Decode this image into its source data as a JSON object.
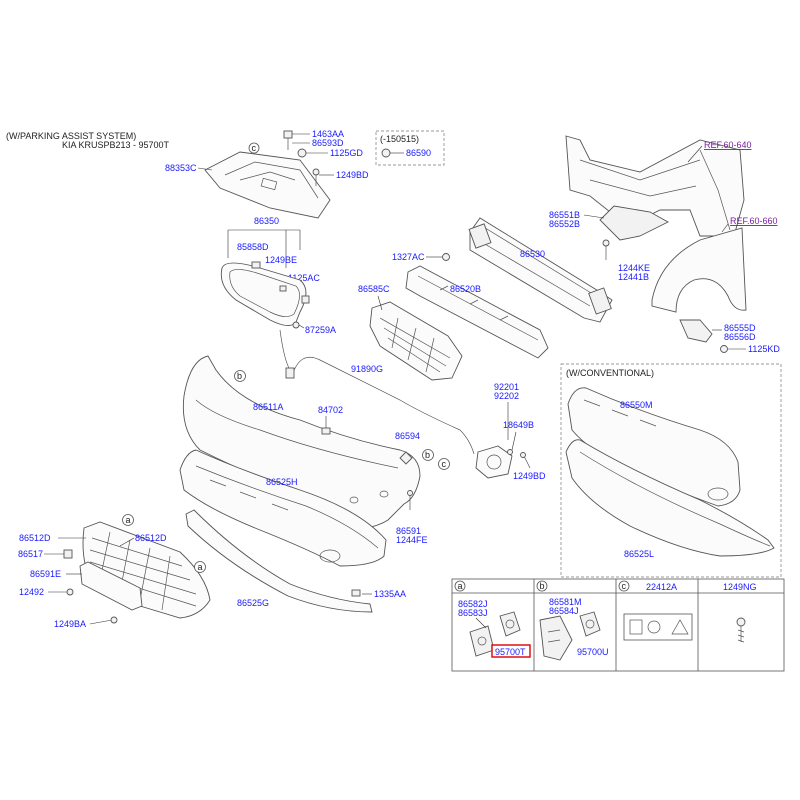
{
  "header": {
    "title": "(W/PARKING ASSIST SYSTEM)",
    "subtitle": "KIA KRUSPB213 - 95700T"
  },
  "callouts": {
    "c_150515": "(-150515)",
    "conventional": "(W/CONVENTIONAL)"
  },
  "refs": {
    "ref_640": "REF.60-640",
    "ref_660": "REF.60-660"
  },
  "labels": {
    "p1463AA": "1463AA",
    "p86593D": "86593D",
    "p1125GD": "1125GD",
    "p86590": "86590",
    "p88353C": "88353C",
    "p1249BD_top": "1249BD",
    "p86350": "86350",
    "p85858D": "85858D",
    "p1249BE": "1249BE",
    "p1125AC": "1125AC",
    "p87259A": "87259A",
    "p1327AC": "1327AC",
    "p86530": "86530",
    "p86551B": "86551B",
    "p86552B": "86552B",
    "p1244KE": "1244KE",
    "p12441B": "12441B",
    "p86585C": "86585C",
    "p86520B": "86520B",
    "p86555D": "86555D",
    "p86556D": "86556D",
    "p1125KD": "1125KD",
    "p91890G": "91890G",
    "p92201": "92201",
    "p92202": "92202",
    "p86511A": "86511A",
    "p84702": "84702",
    "p18649B": "18649B",
    "p86594": "86594",
    "p1249BD_mid": "1249BD",
    "p86525H": "86525H",
    "p86591": "86591",
    "p1244FE": "1244FE",
    "p86550M": "86550M",
    "p86525L": "86525L",
    "p86512D_l": "86512D",
    "p86512D_r": "86512D",
    "p86517": "86517",
    "p86591E": "86591E",
    "p12492": "12492",
    "p1249BA": "1249BA",
    "p86525G": "86525G",
    "p1335AA": "1335AA",
    "p86582J": "86582J",
    "p86583J": "86583J",
    "p95700T": "95700T",
    "p86581M": "86581M",
    "p86584J": "86584J",
    "p95700U": "95700U",
    "p22412A": "22412A",
    "p1249NG": "1249NG"
  },
  "legend": {
    "a": "a",
    "b": "b",
    "c": "c"
  },
  "colors": {
    "label": "#1a1aff",
    "ref": "#7a1fa2",
    "highlight": "#e00000"
  }
}
